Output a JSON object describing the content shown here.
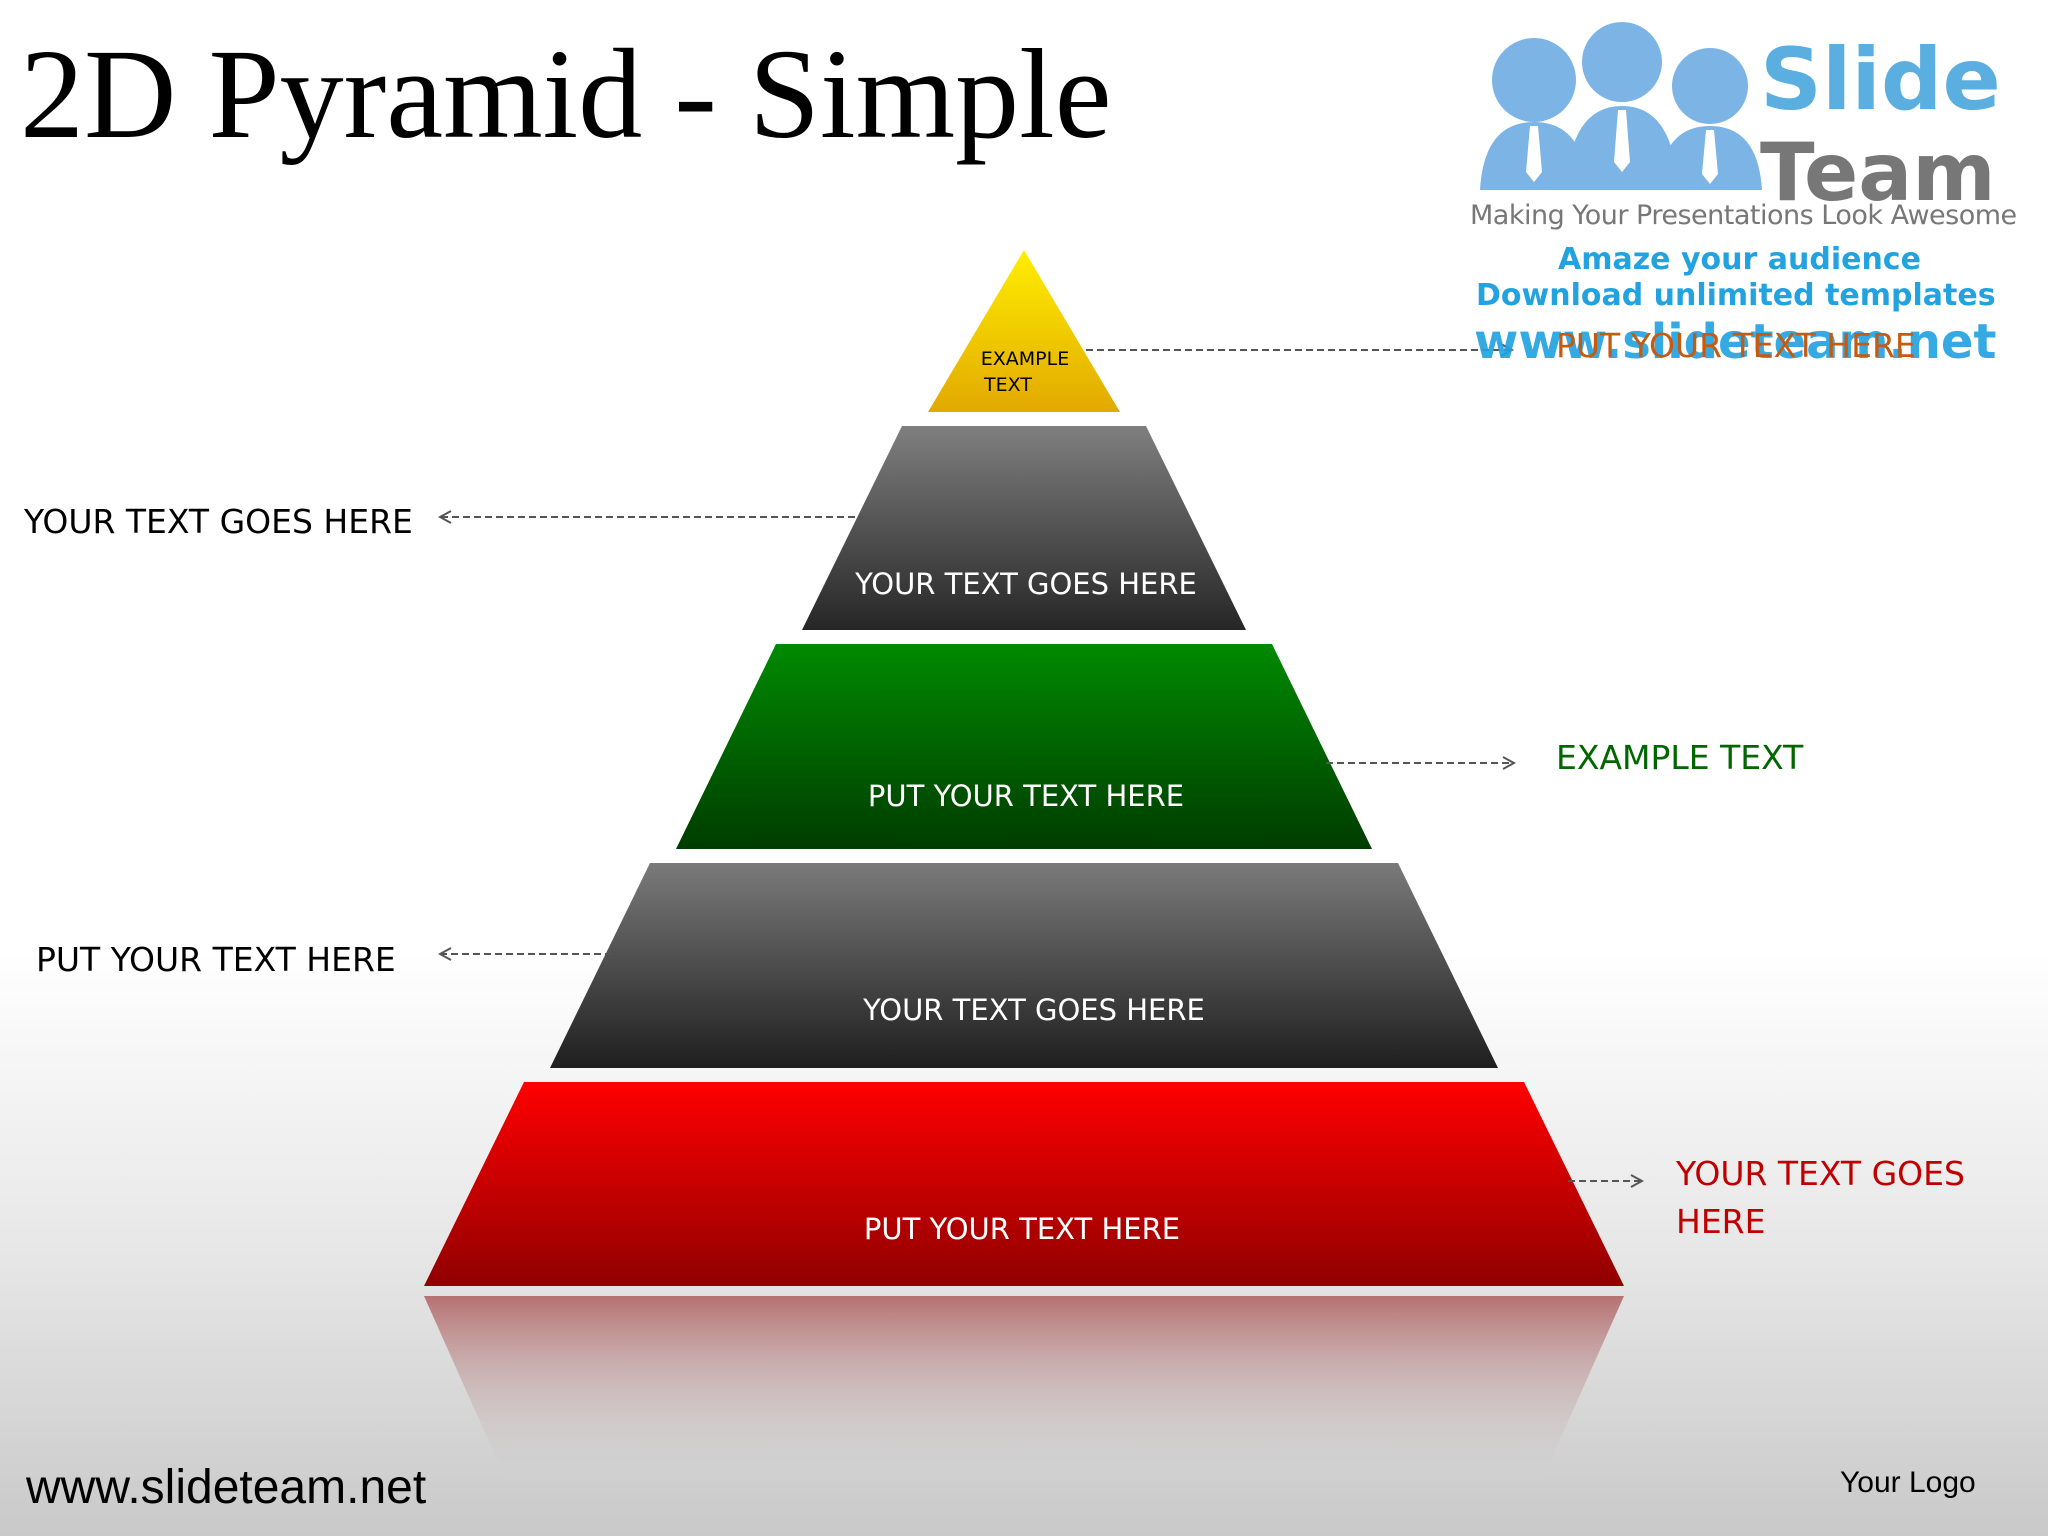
{
  "title": "2D Pyramid - Simple",
  "pyramid_levels": [
    {
      "label_line1": "EXAMPLE",
      "label_line2": "TEXT",
      "color_top": "#ffee00",
      "color_bottom": "#e2a900",
      "text_color": "#000000"
    },
    {
      "label": "YOUR TEXT GOES HERE",
      "color_top": "#7f7f7f",
      "color_bottom": "#262626",
      "text_color": "#ffffff"
    },
    {
      "label": "PUT YOUR TEXT HERE",
      "color_top": "#008a00",
      "color_bottom": "#003c00",
      "text_color": "#ffffff"
    },
    {
      "label": "YOUR TEXT GOES HERE",
      "color_top": "#7a7a7a",
      "color_bottom": "#1f1f1f",
      "text_color": "#ffffff"
    },
    {
      "label": "PUT YOUR TEXT HERE",
      "color_top": "#ff0000",
      "color_bottom": "#900000",
      "text_color": "#ffffff"
    }
  ],
  "callouts": {
    "top_right": {
      "text": "PUT YOUR TEXT HERE",
      "color": "#c55a11"
    },
    "level2_left": {
      "text": "YOUR TEXT GOES HERE",
      "color": "#000000"
    },
    "level3_right": {
      "text": "EXAMPLE TEXT",
      "color": "#006600"
    },
    "level4_left": {
      "text": "PUT YOUR TEXT HERE",
      "color": "#000000"
    },
    "level5_right": {
      "line1": "YOUR TEXT GOES",
      "line2": "HERE",
      "color": "#c00000"
    }
  },
  "watermark": {
    "brand_line1": "Slide",
    "brand_line2": "Team",
    "tagline": "Making Your Presentations Look Awesome",
    "line1": "Amaze your audience",
    "line2": "Download unlimited templates",
    "url": "www.slideteam.net"
  },
  "footer": {
    "url": "www.slideteam.net",
    "logo_text": "Your Logo"
  }
}
